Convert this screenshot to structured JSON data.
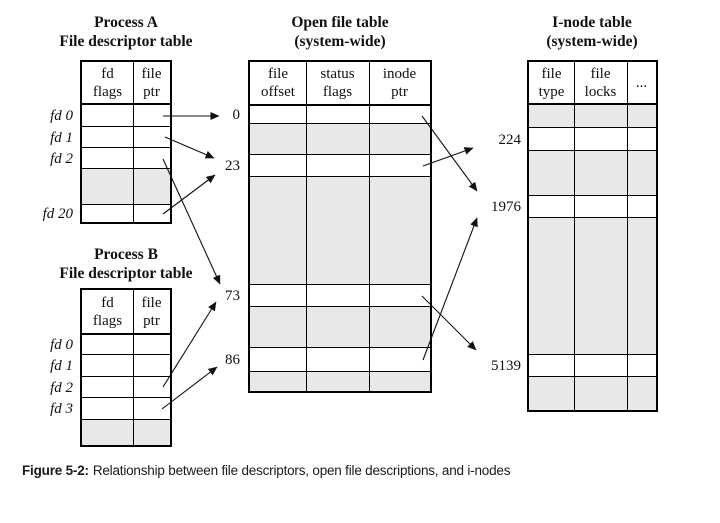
{
  "colors": {
    "background": "#ffffff",
    "shaded_row": "#e8e8e8",
    "table_border": "#000000",
    "arrow": "#111111",
    "text": "#111111"
  },
  "tables": {
    "processA": {
      "title": [
        "Process A",
        "File descriptor table"
      ],
      "columns": [
        [
          "fd",
          "flags"
        ],
        [
          "file",
          "ptr"
        ]
      ],
      "rows": [
        {
          "label": "fd 0",
          "shaded": false
        },
        {
          "label": "fd 1",
          "shaded": false
        },
        {
          "label": "fd 2",
          "shaded": false
        },
        {
          "label": "",
          "shaded": true
        },
        {
          "label": "fd 20",
          "shaded": false
        }
      ]
    },
    "openFile": {
      "title": [
        "Open file table",
        "(system-wide)"
      ],
      "columns": [
        [
          "file",
          "offset"
        ],
        [
          "status",
          "flags"
        ],
        [
          "inode",
          "ptr"
        ]
      ],
      "rows": [
        {
          "label": "0",
          "shaded": false
        },
        {
          "label": "",
          "shaded": true
        },
        {
          "label": "23",
          "shaded": false
        },
        {
          "label": "",
          "shaded": true
        },
        {
          "label": "73",
          "shaded": false
        },
        {
          "label": "",
          "shaded": true
        },
        {
          "label": "86",
          "shaded": false
        },
        {
          "label": "",
          "shaded": true
        }
      ]
    },
    "inode": {
      "title": [
        "I-node table",
        "(system-wide)"
      ],
      "columns": [
        [
          "file",
          "type"
        ],
        [
          "file",
          "locks"
        ],
        [
          "..."
        ]
      ],
      "rows": [
        {
          "label": "",
          "shaded": true
        },
        {
          "label": "224",
          "shaded": false
        },
        {
          "label": "",
          "shaded": true
        },
        {
          "label": "1976",
          "shaded": false
        },
        {
          "label": "",
          "shaded": true
        },
        {
          "label": "5139",
          "shaded": false
        },
        {
          "label": "",
          "shaded": true
        }
      ]
    },
    "processB": {
      "title": [
        "Process B",
        "File descriptor table"
      ],
      "columns": [
        [
          "fd",
          "flags"
        ],
        [
          "file",
          "ptr"
        ]
      ],
      "rows": [
        {
          "label": "fd 0",
          "shaded": false
        },
        {
          "label": "fd 1",
          "shaded": false
        },
        {
          "label": "fd 2",
          "shaded": false
        },
        {
          "label": "fd 3",
          "shaded": false
        },
        {
          "label": "",
          "shaded": true
        }
      ]
    }
  },
  "connections": [
    {
      "from": "process-a-fd-0",
      "to": "open-file-entry-0"
    },
    {
      "from": "process-a-fd-1",
      "to": "open-file-entry-23"
    },
    {
      "from": "process-a-fd-2",
      "to": "open-file-entry-73"
    },
    {
      "from": "process-a-fd-20",
      "to": "open-file-entry-23"
    },
    {
      "from": "process-b-fd-2",
      "to": "open-file-entry-73"
    },
    {
      "from": "process-b-fd-3",
      "to": "open-file-entry-86"
    },
    {
      "from": "open-file-entry-0",
      "to": "inode-1976"
    },
    {
      "from": "open-file-entry-23",
      "to": "inode-224"
    },
    {
      "from": "open-file-entry-73",
      "to": "inode-5139"
    },
    {
      "from": "open-file-entry-86",
      "to": "inode-1976"
    }
  ],
  "caption": {
    "label": "Figure 5-2:",
    "text": "Relationship between file descriptors, open file descriptions, and i-nodes"
  }
}
